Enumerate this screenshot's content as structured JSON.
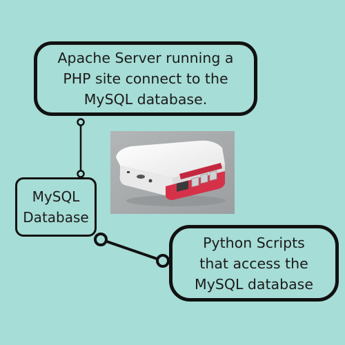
{
  "boxes": {
    "apache": {
      "text": "Apache Server running a\nPHP site connect to the\nMySQL database."
    },
    "mysql": {
      "text": "MySQL\nDatabase"
    },
    "python": {
      "text": "Python Scripts\nthat access the\nMySQL database"
    }
  },
  "colors": {
    "background": "#a6ddd6",
    "border": "#111111",
    "case_white": "#f3f3f3",
    "case_red": "#d5324a"
  },
  "image": {
    "subject": "raspberry-pi-case"
  }
}
